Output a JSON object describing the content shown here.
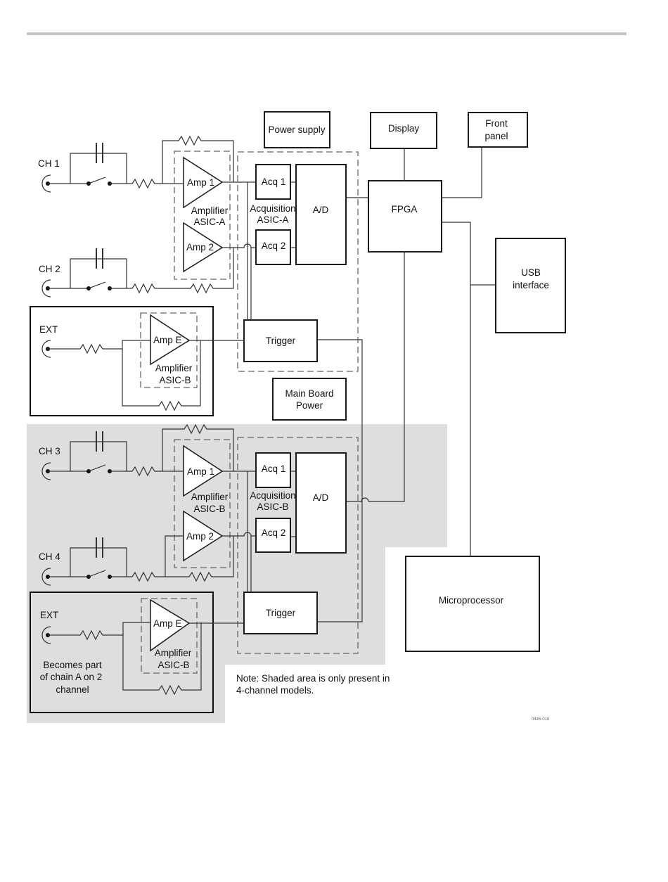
{
  "diagram": {
    "title": "Block diagram",
    "blocks": {
      "power_supply": "Power supply",
      "display": "Display",
      "front_panel": [
        "Front",
        "panel"
      ],
      "fpga": "FPGA",
      "usb_interface": [
        "USB",
        "interface"
      ],
      "main_board_power": [
        "Main Board",
        "Power"
      ],
      "microprocessor": "Microprocessor",
      "ad_a": "A/D",
      "ad_b": "A/D",
      "acq1_a": "Acq 1",
      "acq2_a": "Acq 2",
      "acq1_b": "Acq 1",
      "acq2_b": "Acq 2",
      "trigger_a": "Trigger",
      "trigger_b": "Trigger"
    },
    "asics": {
      "acq_a": [
        "Acquisition",
        "ASIC-A"
      ],
      "acq_b": [
        "Acquisition",
        "ASIC-B"
      ],
      "amp_a": [
        "Amplifier",
        "ASIC-A"
      ],
      "amp_b_ch34": [
        "Amplifier",
        "ASIC-B"
      ],
      "amp_b_ext1": [
        "Amplifier",
        "ASIC-B"
      ],
      "amp_b_ext2": [
        "Amplifier",
        "ASIC-B"
      ]
    },
    "amplifiers": {
      "amp1_a": "Amp 1",
      "amp2_a": "Amp 2",
      "amp1_b": "Amp 1",
      "amp2_b": "Amp 2",
      "ampe_1": "Amp E",
      "ampe_2": "Amp E"
    },
    "inputs": {
      "ch1": "CH 1",
      "ch2": "CH 2",
      "ch3": "CH 3",
      "ch4": "CH 4",
      "ext1": "EXT",
      "ext2": "EXT"
    },
    "ext2_note": [
      "Becomes part",
      "of chain A on 2",
      "channel"
    ],
    "note": [
      "Note: Shaded area is only present in",
      "4-channel models."
    ],
    "figure_id": "0445-016"
  }
}
